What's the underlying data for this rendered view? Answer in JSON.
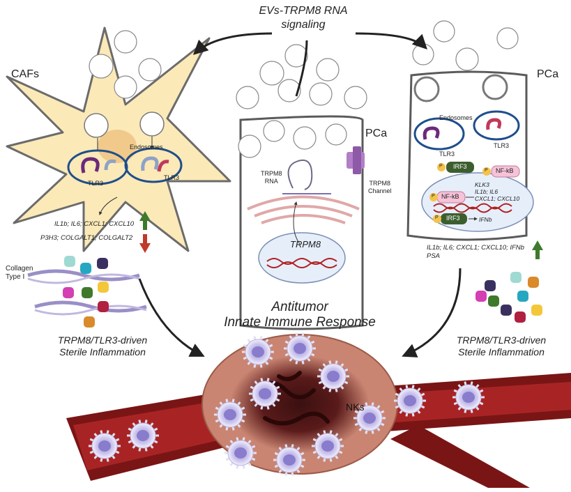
{
  "top_title": [
    "EVs-TRPM8 RNA",
    "signaling"
  ],
  "center_title": [
    "Antitumor",
    "Innate Immune Response"
  ],
  "left_cell": {
    "name": "CAFs",
    "endosomes_label": "Endosomes",
    "receptor_labels": [
      "TLR3",
      "TLR3"
    ],
    "up_genes": "IL1b; IL6; CXCL1; CXCL10",
    "down_genes": "P3H3; COLGALT1; COLGALT2",
    "collagen_label": [
      "Collagen",
      "Type I"
    ],
    "inflammation_label": [
      "TRPM8/TLR3-driven",
      "Sterile Inflammation"
    ]
  },
  "center_cell": {
    "name": "PCa",
    "rna_label": [
      "TRPM8",
      "RNA"
    ],
    "channel_label": [
      "TRPM8",
      "Channel"
    ],
    "gene_label": "TRPM8"
  },
  "right_cell": {
    "name": "PCa",
    "endosomes_label": "Endosomes",
    "receptor_labels": [
      "TLR3",
      "TLR3"
    ],
    "irf3_label": "IRF3",
    "nfkb_label": "NF-kB",
    "nfkb_nuclear_label": "NF-kB",
    "irf3_nuclear_label": "IRF3",
    "phospho_label": "P",
    "nfkb_targets": [
      "KLK3",
      "IL1b; IL6",
      "CXCL1; CXCL10"
    ],
    "irf3_target": "IFNb",
    "up_genes": [
      "IL1b; IL6; CXCL1; CXCL10; IFNb",
      "PSA"
    ],
    "inflammation_label": [
      "TRPM8/TLR3-driven",
      "Sterile Inflammation"
    ]
  },
  "tumor": {
    "nk_label": "NKs"
  },
  "colors": {
    "caf_fill": "#fbe9b8",
    "cell_outline": "#6b6b6b",
    "pca_fill": "#ffffff",
    "membrane": "#5a5a5a",
    "endosome_ring": "#1f4e8c",
    "vessel": "#8e1b1b",
    "tumor": "#c98572",
    "up_arrow": "#3f7a2c",
    "down_arrow": "#c0392b",
    "irf3": "#3c5e2f",
    "nfkb": "#f6c2d8",
    "nucleus": "#e6eefa"
  }
}
